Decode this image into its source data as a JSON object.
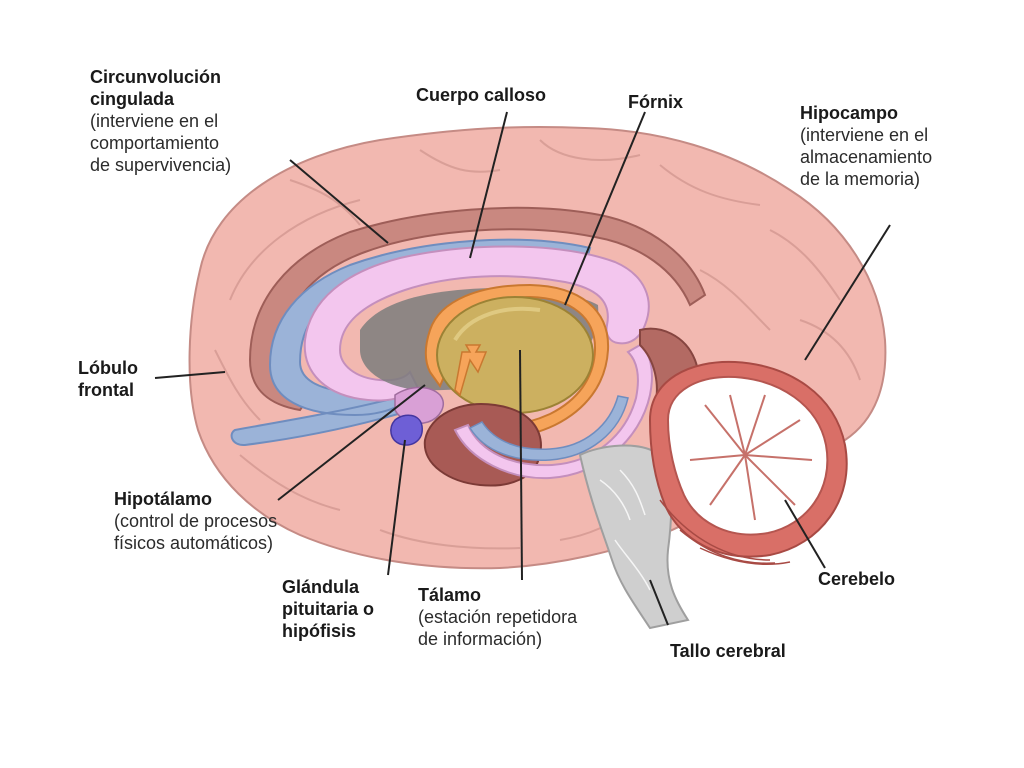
{
  "labels": {
    "cingulate": {
      "t1": "Circunvolución",
      "t2": "cingulada",
      "d1": "(interviene en el",
      "d2": "comportamiento",
      "d3": "de supervivencia)"
    },
    "callosum": {
      "t1": "Cuerpo calloso"
    },
    "fornix": {
      "t1": "Fórnix"
    },
    "hippocampus": {
      "t1": "Hipocampo",
      "d1": "(interviene en el",
      "d2": "almacenamiento",
      "d3": "de la memoria)"
    },
    "frontal": {
      "t1": "Lóbulo",
      "t2": "frontal"
    },
    "hypothalamus": {
      "t1": "Hipotálamo",
      "d1": "(control de procesos",
      "d2": "físicos automáticos)"
    },
    "pituitary": {
      "t1": "Glándula",
      "t2": "pituitaria o",
      "t3": "hipófisis"
    },
    "thalamus": {
      "t1": "Tálamo",
      "d1": "(estación repetidora",
      "d2": "de información)"
    },
    "brainstem": {
      "t1": "Tallo cerebral"
    },
    "cerebellum": {
      "t1": "Cerebelo"
    }
  },
  "colors": {
    "cortex": "#f2b8b0",
    "cortex_dark": "#d98c85",
    "cingulate": "#c98880",
    "callosum": "#f3c6ee",
    "fornix": "#f6a45a",
    "thalamus": "#ccb060",
    "ventricle": "#9bb3d8",
    "hypothalamus": "#6e5fd6",
    "brainstem": "#cfcfcf",
    "cerebellum": "#d96f67",
    "line": "#222222"
  }
}
